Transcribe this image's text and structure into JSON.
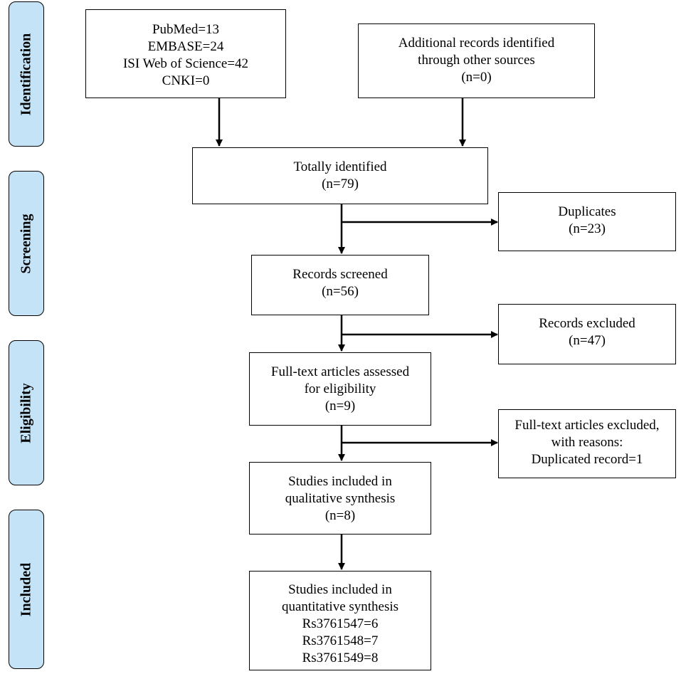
{
  "stages": [
    "Identification",
    "Screening",
    "Eligibility",
    "Included"
  ],
  "boxes": {
    "databases": [
      "PubMed=13",
      "EMBASE=24",
      "ISI Web of Science=42",
      "CNKI=0"
    ],
    "other_sources": [
      "Additional records identified",
      "through other sources",
      "(n=0)"
    ],
    "total_identified": [
      "Totally identified",
      "(n=79)"
    ],
    "duplicates": [
      "Duplicates",
      "(n=23)"
    ],
    "screened": [
      "Records screened",
      "(n=56)"
    ],
    "excluded": [
      "Records excluded",
      "(n=47)"
    ],
    "fulltext_assessed": [
      "Full-text articles assessed",
      "for eligibility",
      "(n=9)"
    ],
    "fulltext_excluded": [
      "Full-text articles excluded,",
      "with reasons:",
      "Duplicated record=1"
    ],
    "qualitative": [
      "Studies included in",
      "qualitative synthesis",
      "(n=8)"
    ],
    "quantitative": [
      "Studies included in",
      "quantitative synthesis",
      "Rs3761547=6",
      "Rs3761548=7",
      "Rs3761549=8"
    ]
  }
}
